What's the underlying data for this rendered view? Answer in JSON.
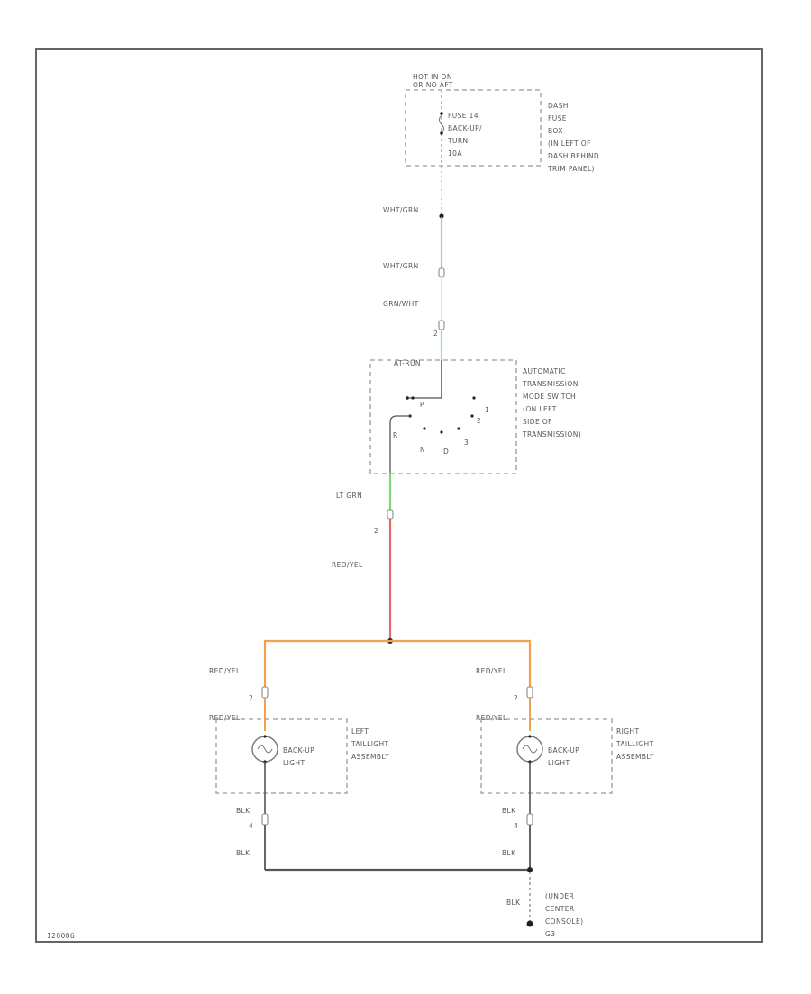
{
  "diagram_id": "120086",
  "colors": {
    "wht_grn": "#9ed89a",
    "grn_wht": "#7fe6f0",
    "lt_grn": "#7ed67e",
    "red_yel": "#e66a6a",
    "red_yel_branch": "#f2a04a",
    "blk": "#555555",
    "frame": "#666666",
    "dash": "#9a9a9a"
  },
  "fuse_box": {
    "hot_label": [
      "HOT IN ON",
      "OR NO AFT"
    ],
    "fuse_label": [
      "FUSE 14",
      "BACK-UP/",
      "TURN",
      "10A"
    ],
    "name": [
      "DASH",
      "FUSE",
      "BOX",
      "(IN LEFT OF",
      "DASH BEHIND",
      "TRIM PANEL)"
    ]
  },
  "wires": {
    "w1": "WHT/GRN",
    "w2": "WHT/GRN",
    "w3": "GRN/WHT",
    "pin_switch_in": "2",
    "w4": "LT GRN",
    "pin_switch_out": "2",
    "w5": "RED/YEL",
    "left_red_yel_top": "RED/YEL",
    "left_pin_top": "2",
    "left_red_yel_bottom": "RED/YEL",
    "left_blk_top": "BLK",
    "left_pin_bottom": "4",
    "left_blk_bottom": "BLK",
    "right_red_yel_top": "RED/YEL",
    "right_pin_top": "2",
    "right_red_yel_bottom": "RED/YEL",
    "right_blk_top": "BLK",
    "right_pin_bottom": "4",
    "right_blk_bottom": "BLK",
    "ground_wire": "BLK"
  },
  "mode_switch": {
    "header": "AT-RUN",
    "name": [
      "AUTOMATIC",
      "TRANSMISSION",
      "MODE SWITCH",
      "(ON LEFT",
      "SIDE OF",
      "TRANSMISSION)"
    ],
    "positions": [
      "P",
      "R",
      "N",
      "D",
      "3",
      "2",
      "1"
    ]
  },
  "left_assembly": {
    "lamp": [
      "BACK-UP",
      "LIGHT"
    ],
    "name": [
      "LEFT",
      "TAILLIGHT",
      "ASSEMBLY"
    ]
  },
  "right_assembly": {
    "lamp": [
      "BACK-UP",
      "LIGHT"
    ],
    "name": [
      "RIGHT",
      "TAILLIGHT",
      "ASSEMBLY"
    ]
  },
  "ground": {
    "name": [
      "(UNDER",
      "CENTER",
      "CONSOLE)"
    ],
    "id": "G3"
  }
}
